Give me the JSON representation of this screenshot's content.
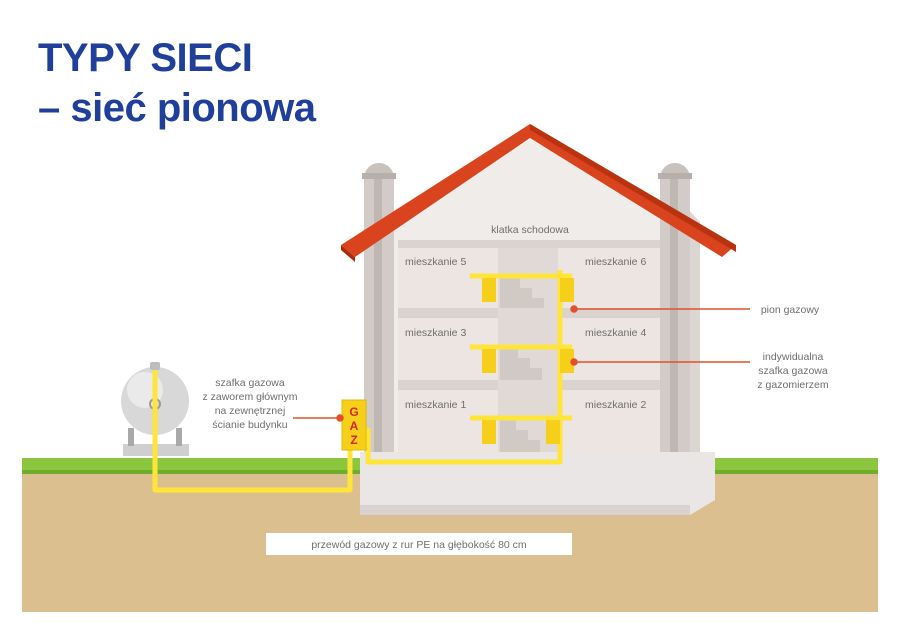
{
  "title": {
    "line1": "TYPY SIECI",
    "line2": "– sieć pionowa"
  },
  "labels": {
    "stairwell": "klatka schodowa",
    "apartments": [
      "mieszkanie 5",
      "mieszkanie 6",
      "mieszkanie 3",
      "mieszkanie 4",
      "mieszkanie 1",
      "mieszkanie 2"
    ],
    "riser": "pion gazowy",
    "individual_cabinet": [
      "indywidualna",
      "szafka gazowa",
      "z gazomierzem"
    ],
    "main_cabinet": [
      "szafka gazowa",
      "z zaworem głównym",
      "na zewnętrznej",
      "ścianie budynku"
    ],
    "pipe": "przewód gazowy z rur PE na głębokość 80 cm",
    "gaz_letters": [
      "G",
      "A",
      "Z"
    ]
  },
  "colors": {
    "title": "#1f3f9a",
    "ground": "#dcbf8f",
    "grass": "#8cc63e",
    "roof": "#d9441f",
    "wall": "#e6e0dc",
    "pipe": "#ffe53a",
    "cabinet": "#f5cf1a",
    "leader": "#e2502b"
  }
}
